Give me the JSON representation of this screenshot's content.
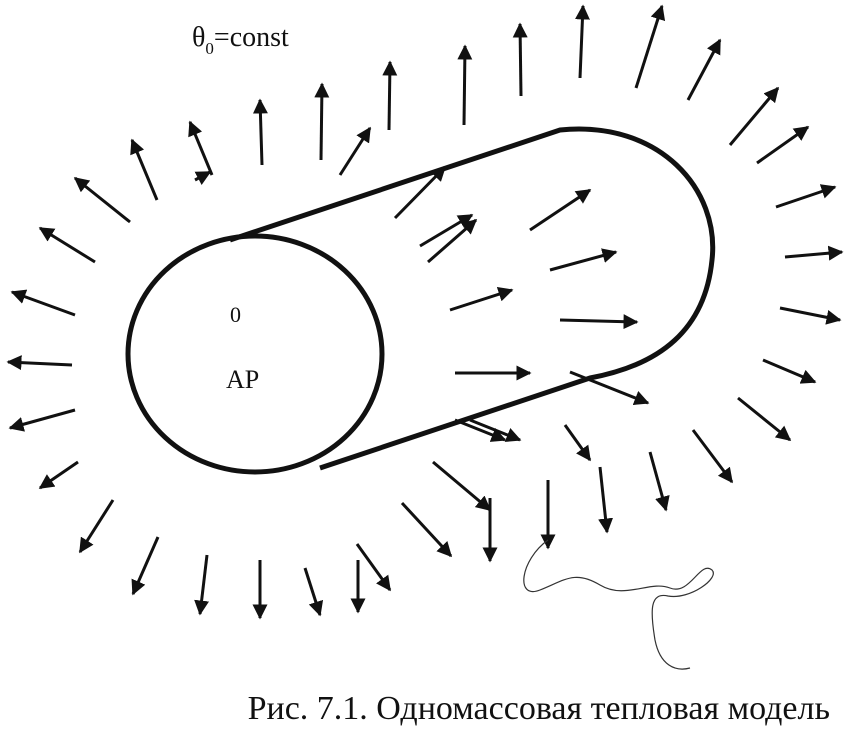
{
  "diagram": {
    "ambient_label": {
      "main": "θ",
      "subscript": "0",
      "rest": "=const"
    },
    "body_labels": {
      "node": "0",
      "name": "AP"
    },
    "caption": "Рис. 7.1. Одномассовая тепловая модель"
  },
  "colors": {
    "ink": "#111111",
    "background": "#ffffff"
  }
}
